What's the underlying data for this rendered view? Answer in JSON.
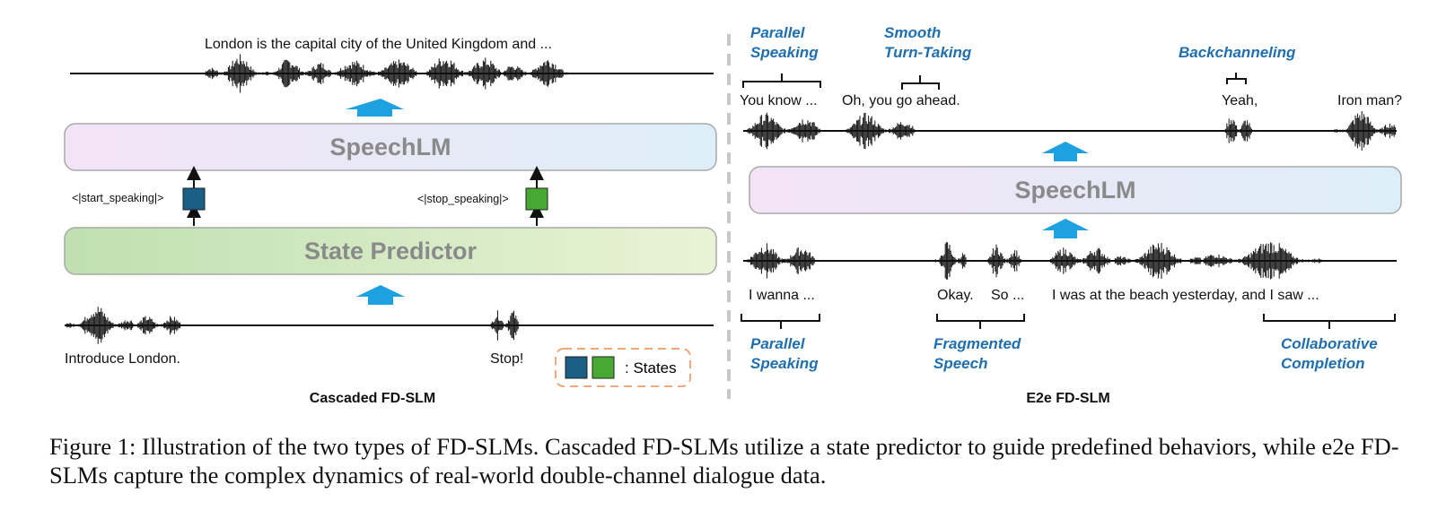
{
  "cascaded": {
    "output_text": "London is the capital city of the United Kingdom and ...",
    "speechlm_label": "SpeechLM",
    "start_token": "<|start_speaking|>",
    "stop_token": "<|stop_speaking|>",
    "state_predictor_label": "State Predictor",
    "input_text_1": "Introduce London.",
    "input_text_2": "Stop!",
    "legend_label": ": States",
    "title": "Cascaded FD-SLM",
    "state_colors": {
      "start": "#1a5f86",
      "stop": "#47a832"
    }
  },
  "e2e": {
    "top_annotations": {
      "parallel_line1": "Parallel",
      "parallel_line2": "Speaking",
      "smooth_line1": "Smooth",
      "smooth_line2": "Turn-Taking",
      "backchannel": "Backchanneling"
    },
    "top_texts": {
      "t1": "You know ...",
      "t2": "Oh, you go ahead.",
      "t3": "Yeah,",
      "t4": "Iron man?"
    },
    "speechlm_label": "SpeechLM",
    "bottom_texts": {
      "b1": "I wanna ...",
      "b2": "Okay.",
      "b3": "So ...",
      "b4": "I was at the beach yesterday, and I saw ..."
    },
    "bottom_annotations": {
      "parallel_line1": "Parallel",
      "parallel_line2": "Speaking",
      "fragmented_line1": "Fragmented",
      "fragmented_line2": "Speech",
      "collab_line1": "Collaborative",
      "collab_line2": "Completion"
    },
    "title": "E2e FD-SLM"
  },
  "caption": "Figure 1: Illustration of the two types of FD-SLMs. Cascaded FD-SLMs utilize a state predictor to guide predefined behaviors, while e2e FD-SLMs capture the complex dynamics of real-world double-channel dialogue data.",
  "colors": {
    "accent_blue": "#1f6fb0",
    "arrow_blue": "#1da1e0",
    "legend_border": "#f0a878",
    "divider": "#c8c8c8"
  }
}
